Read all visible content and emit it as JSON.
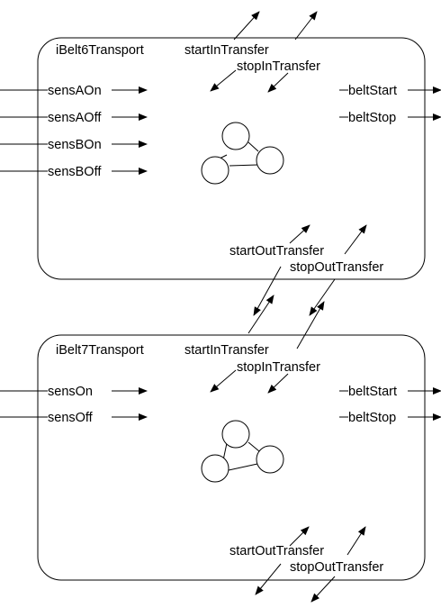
{
  "blocks": [
    {
      "name": "iBelt6Transport",
      "inputs": [
        "sensAOn",
        "sensAOff",
        "sensBOn",
        "sensBOff"
      ],
      "outputs": [
        "beltStart",
        "beltStop"
      ],
      "top_ports": [
        "startInTransfer",
        "stopInTransfer"
      ],
      "bottom_ports": [
        "startOutTransfer",
        "stopOutTransfer"
      ]
    },
    {
      "name": "iBelt7Transport",
      "inputs": [
        "sensOn",
        "sensOff"
      ],
      "outputs": [
        "beltStart",
        "beltStop"
      ],
      "top_ports": [
        "startInTransfer",
        "stopInTransfer"
      ],
      "bottom_ports": [
        "startOutTransfer",
        "stopOutTransfer"
      ]
    }
  ]
}
